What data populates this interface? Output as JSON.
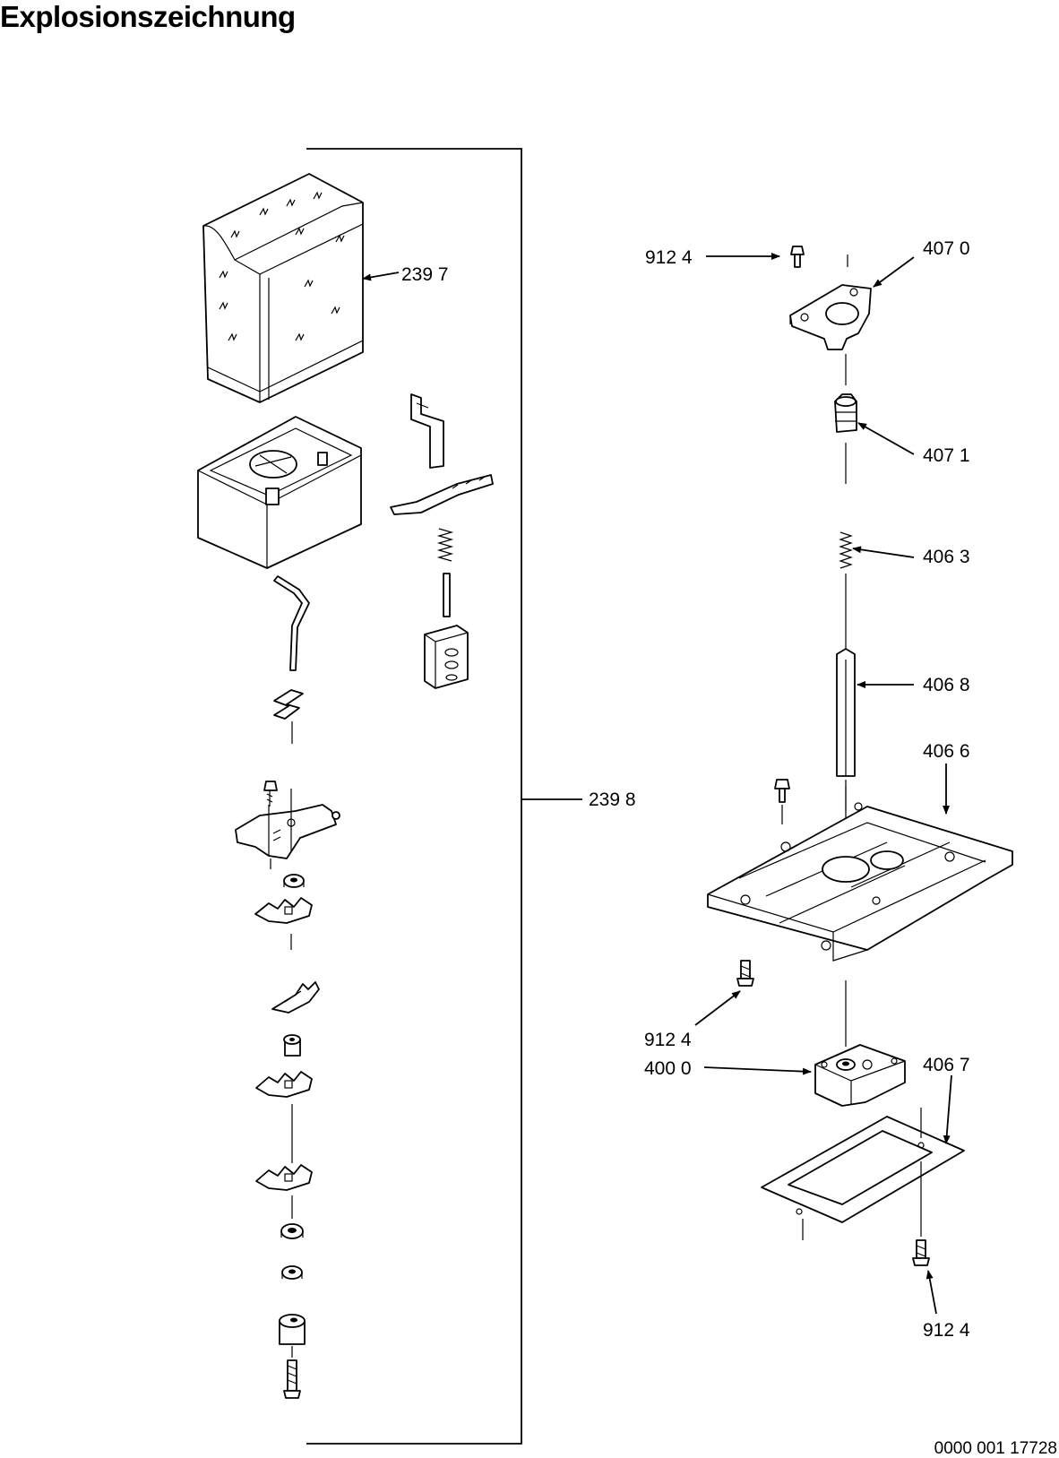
{
  "title": "Explosionszeichnung",
  "drawing_number": "0000 001 17728",
  "labels": {
    "l_2397": "239 7",
    "l_2398": "239 8",
    "l_9124_top": "912 4",
    "l_4070": "407 0",
    "l_4071": "407 1",
    "l_4063": "406 3",
    "l_4068": "406 8",
    "l_4066": "406 6",
    "l_9124_mid": "912 4",
    "l_4000": "400 0",
    "l_4067": "406 7",
    "l_9124_bot": "912 4"
  },
  "colors": {
    "line": "#000000",
    "background": "#ffffff"
  }
}
